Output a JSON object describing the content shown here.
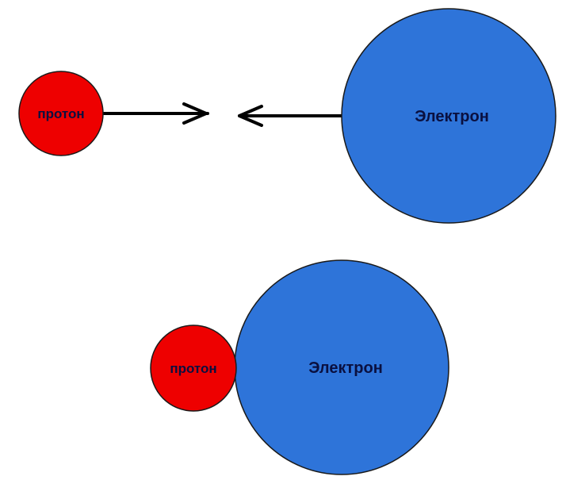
{
  "colors": {
    "background": "#ffffff",
    "proton_fill": "#ee0000",
    "electron_fill": "#2e74d9",
    "outline": "#1a1a1a",
    "arrow": "#000000",
    "label_text": "#0a1040"
  },
  "top_scene": {
    "proton_label": "протон",
    "electron_label": "Электрон",
    "arrows": [
      "arrow-right",
      "arrow-left"
    ]
  },
  "bottom_scene": {
    "proton_label": "протон",
    "electron_label": "Электрон"
  }
}
